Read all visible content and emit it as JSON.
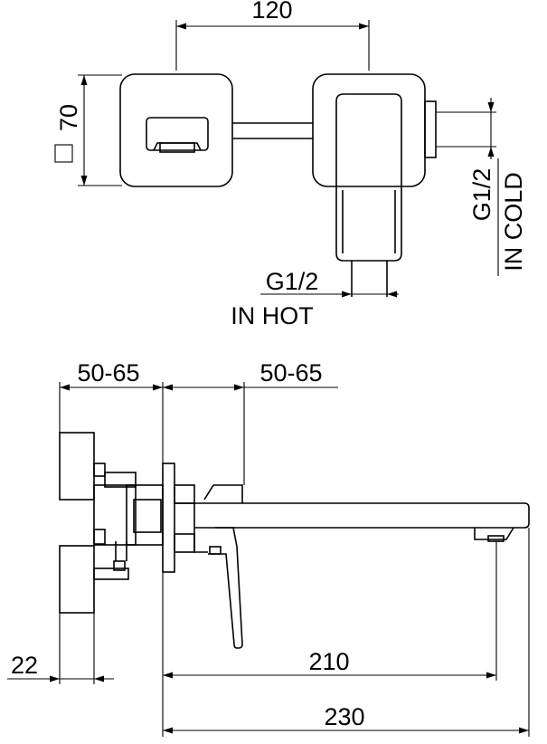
{
  "top_view": {
    "dim_width": "120",
    "dim_square": "70",
    "thread_cold": "G1/2",
    "label_cold": "IN COLD",
    "thread_hot": "G1/2",
    "label_hot": "IN HOT"
  },
  "side_view": {
    "dim_depth_left": "50-65",
    "dim_depth_right": "50-65",
    "dim_plate": "22",
    "dim_spout_reach": "210",
    "dim_total": "230"
  }
}
